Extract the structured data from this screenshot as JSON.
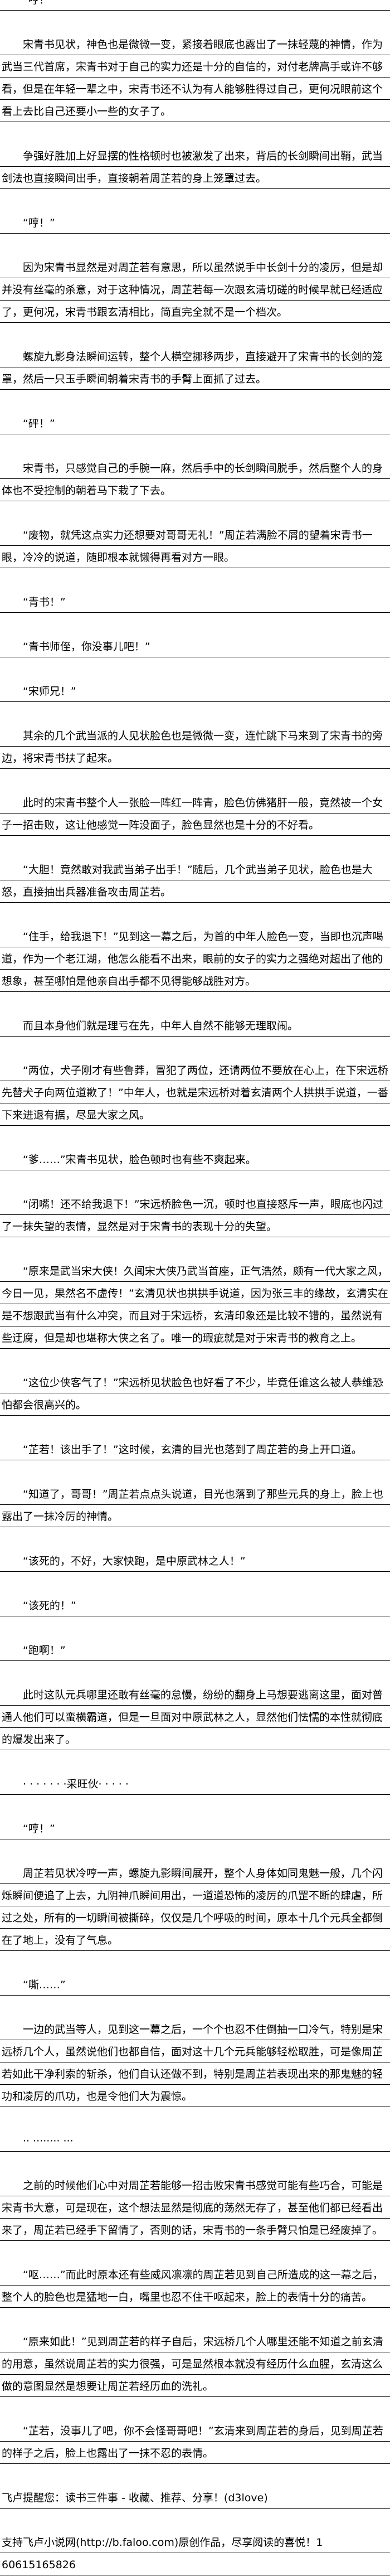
{
  "paragraphs": [
    "“哼！”",
    "宋青书见状，神色也是微微一变，紧接着眼底也露出了一抹轻蔑的神情，作为武当三代首席，宋青书对于自己的实力还是十分的自信的，对付老牌高手或许不够看，但是在年轻一辈之中，宋青书还不认为有人能够胜得过自己，更何况眼前这个看上去比自己还要小一些的女子了。",
    "争强好胜加上好显摆的性格顿时也被激发了出来，背后的长剑瞬间出鞘，武当剑法也直接瞬间出手，直接朝着周芷若的身上笼罩过去。",
    "“哼！”",
    "因为宋青书显然是对周芷若有意思，所以虽然说手中长剑十分的凌厉，但是却并没有丝毫的杀意，对于这种情况，周芷若每一次跟玄清切磋的时候早就已经适应了，更何况，宋青书跟玄清相比，简直完全就不是一个档次。",
    "螺旋九影身法瞬间运转，整个人横空挪移两步，直接避开了宋青书的长剑的笼罩，然后一只玉手瞬间朝着宋青书的手臂上面抓了过去。",
    "“砰！”",
    "宋青书，只感觉自己的手腕一麻，然后手中的长剑瞬间脱手，然后整个人的身体也不受控制的朝着马下栽了下去。",
    "“废物，就凭这点实力还想要对哥哥无礼！”周芷若满脸不屑的望着宋青书一眼，冷冷的说道，随即根本就懒得再看对方一眼。",
    "“青书！”",
    "“青书师侄，你没事儿吧！”",
    "“宋师兄！”",
    "其余的几个武当派的人见状脸色也是微微一变，连忙跳下马来到了宋青书的旁边，将宋青书扶了起来。",
    "此时的宋青书整个人一张脸一阵红一阵青，脸色仿佛猪肝一般，竟然被一个女子一招击败，这让他感觉一阵没面子，脸色显然也是十分的不好看。",
    "“大胆！竟然敢对我武当弟子出手！”随后，几个武当弟子见状，脸色也是大怒，直接抽出兵器准备攻击周芷若。",
    "“住手，给我退下！”见到这一幕之后，为首的中年人脸色一变，当即也沉声喝道，作为一个老江湖，他怎么能看不出来，眼前的女子的实力之强绝对超出了他的想象，甚至哪怕是他亲自出手都不见得能够战胜对方。",
    "而且本身他们就是理亏在先，中年人自然不能够无理取闹。",
    "“两位，犬子刚才有些鲁莽，冒犯了两位，还请两位不要放在心上，在下宋远桥先替犬子向两位道歉了！”中年人，也就是宋远桥对着玄清两个人拱拱手说道，一番下来进退有据，尽显大家之风。",
    "“爹……”宋青书见状，脸色顿时也有些不爽起来。",
    "“闭嘴！还不给我退下！”宋远桥脸色一沉，顿时也直接怒斥一声，眼底也闪过了一抹失望的表情，显然是对于宋青书的表现十分的失望。",
    "“原来是武当宋大侠！久闻宋大侠乃武当首座，正气浩然，颇有一代大家之风，今日一见，果然名不虚传！”玄清见状也拱拱手说道，因为张三丰的缘故，玄清实在是不想跟武当有什么冲突，而且对于宋远桥，玄清印象还是比较不错的，虽然说有些迂腐，但是却也堪称大侠之名了。唯一的瑕疵就是对于宋青书的教育之上。",
    "“这位少侠客气了！”宋远桥见状脸色也好看了不少，毕竟任谁这么被人恭维恐怕都会很高兴的。",
    "“芷若！该出手了！”这时候，玄清的目光也落到了周芷若的身上开口道。",
    "“知道了，哥哥！”周芷若点点头说道，目光也落到了那些元兵的身上，脸上也露出了一抹冷厉的神情。",
    "“该死的，不好，大家快跑，是中原武林之人！”",
    "“该死的！”",
    "“跑啊！”",
    "此时这队元兵哪里还敢有丝毫的怠慢，纷纷的翻身上马想要逃离这里，面对普通人他们可以蛮横霸道，但是一旦面对中原武林之人，显然他们怯懦的本性就彻底的爆发出来了。",
    "· · · · · · ·采旺伙· · · · ·",
    "“哼！”",
    "周芷若见状冷哼一声，螺旋九影瞬间展开，整个人身体如同鬼魅一般，几个闪烁瞬间便追了上去，九阴神爪瞬间用出，一道道恐怖的凌厉的爪罡不断的肆虐，所过之处，所有的一切瞬间被撕碎，仅仅是几个呼吸的时间，原本十几个元兵全都倒在了地上，没有了气息。",
    "“嘶……”",
    "一边的武当等人，见到这一幕之后，一个个也忍不住倒抽一口冷气，特别是宋远桥几个人，虽然说他们也都自信，面对这十几个元兵能够轻松取胜，可是像周芷若如此干净利索的斩杀，他们自认还做不到，特别是周芷若表现出来的那鬼魅的轻功和凌厉的爪功，也是令他们大为震惊。",
    "·· ········ ···",
    "之前的时候他们心中对周芷若能够一招击败宋青书感觉可能有些巧合，可能是宋青书大意，可是现在，这个想法显然是彻底的荡然无存了，甚至他们都已经看出来了，周芷若已经手下留情了，否则的话，宋青书的一条手臂只怕是已经废掉了。",
    "“呕……”而此时原本还有些威风凛凛的周芷若见到自己所造成的这一幕之后，整个人的脸色也是猛地一白，嘴里也忍不住干呕起来，脸上的表情十分的痛苦。",
    "“原来如此！”见到周芷若的样子自后，宋远桥几个人哪里还能不知道之前玄清的用意，虽然说周芷若的实力很强，可是显然根本就没有经历什么血腥，玄清这么做的意图显然是想要让周芷若经历血的洗礼。",
    "“芷若，没事儿了吧，你不会怪哥哥吧！”玄清来到周芷若的身后，见到周芷若的样子之后，脸上也露出了一抹不忍的表情。"
  ],
  "footer": {
    "reminder": "飞卢提醒您：读书三件事 - 收藏、推荐、分享！(d3love)",
    "support": "支持飞卢小说网(http://b.faloo.com)原创作品，尽享阅读的喜悦！1",
    "code": "60615165826"
  }
}
